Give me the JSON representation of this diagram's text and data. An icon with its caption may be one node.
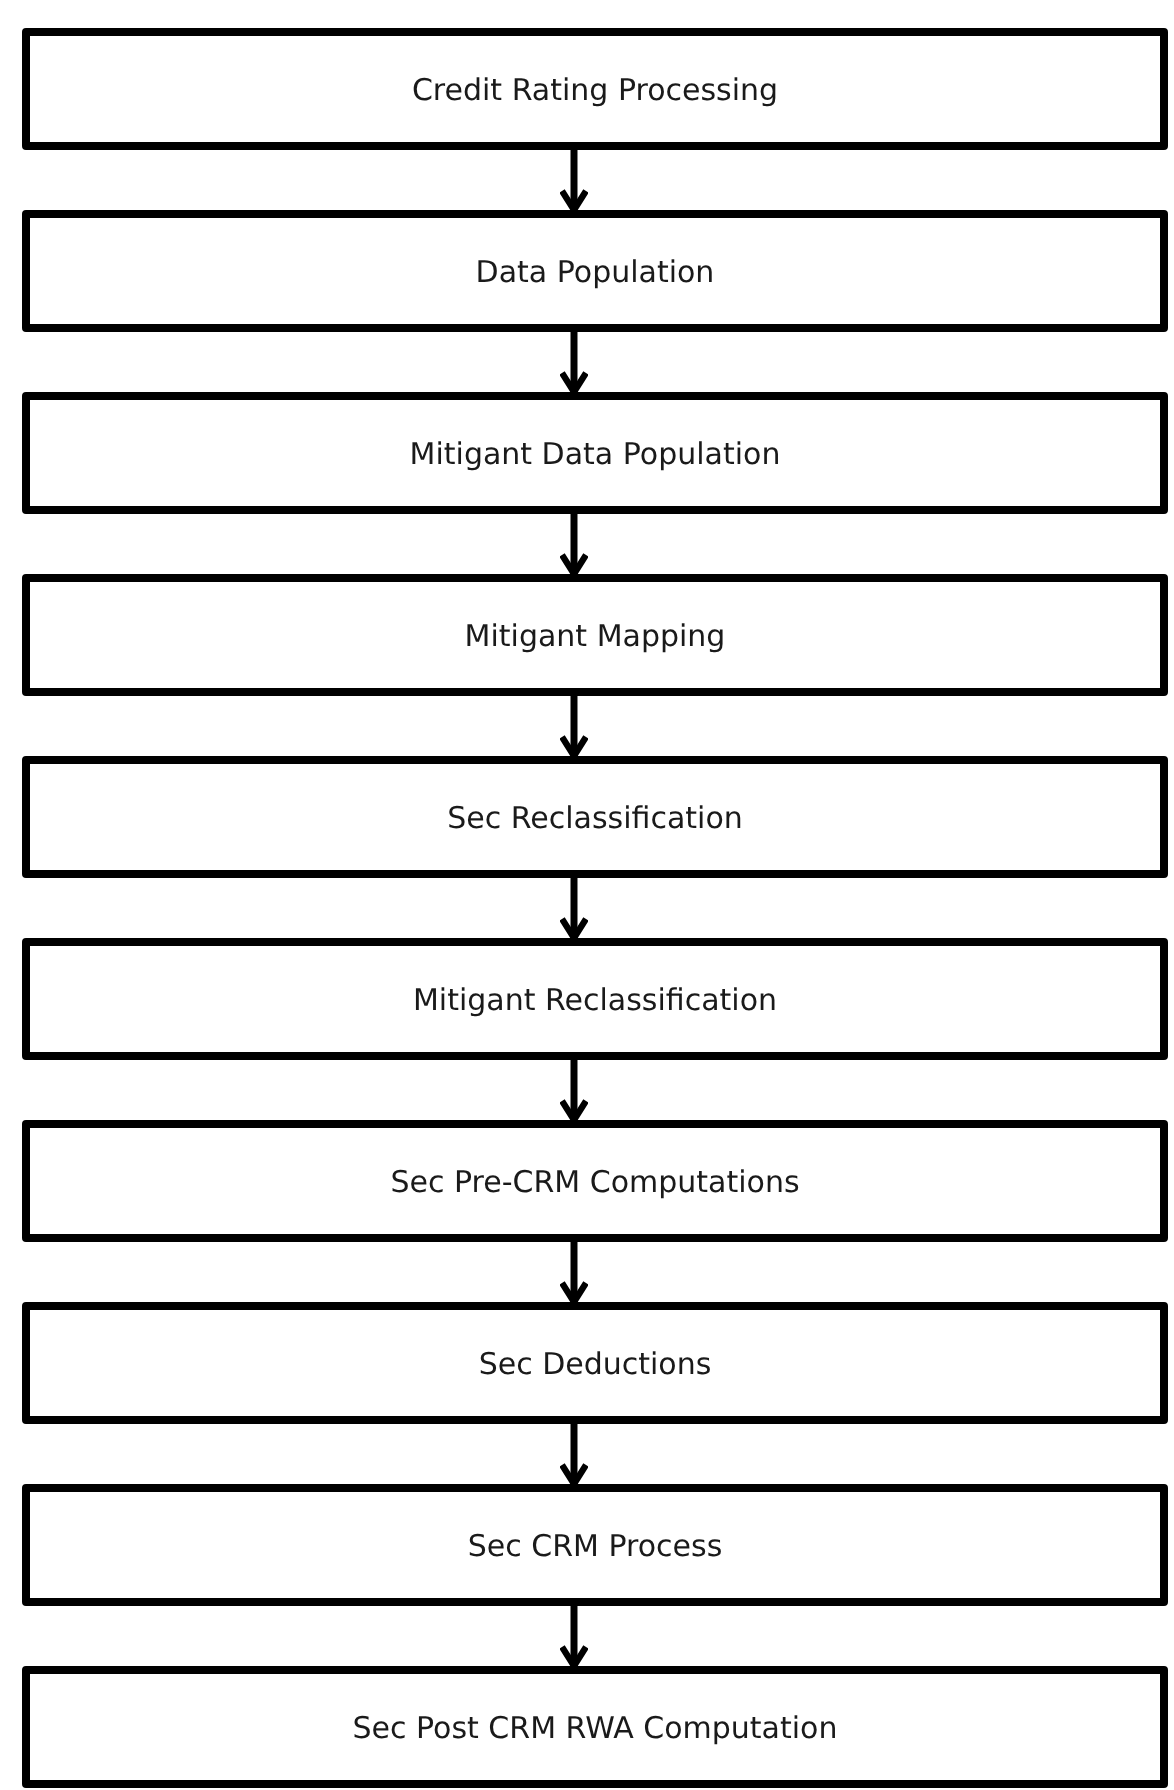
{
  "diagram": {
    "nodes": [
      {
        "text": [
          "Credit Rating Processing"
        ]
      },
      {
        "text": [
          "Data Population"
        ]
      },
      {
        "text": [
          "Mitigant Data Population"
        ]
      },
      {
        "text": [
          "Mitigant Mapping"
        ]
      },
      {
        "text": [
          "Sec Reclassification"
        ]
      },
      {
        "text": [
          "Mitigant Reclassification"
        ]
      },
      {
        "text": [
          "Sec Pre-CRM Computations"
        ]
      },
      {
        "text": [
          "Sec Deductions"
        ]
      },
      {
        "text": [
          "Sec CRM Process"
        ]
      },
      {
        "text": [
          "Sec Post CRM RWA Computation"
        ]
      }
    ],
    "edges": [
      {
        "from": 0,
        "to": 1,
        "arrow": "to"
      },
      {
        "from": 1,
        "to": 2,
        "arrow": "to"
      },
      {
        "from": 2,
        "to": 3,
        "arrow": "to"
      },
      {
        "from": 3,
        "to": 4,
        "arrow": "to"
      },
      {
        "from": 4,
        "to": 5,
        "arrow": "to"
      },
      {
        "from": 5,
        "to": 6,
        "arrow": "to"
      },
      {
        "from": 6,
        "to": 7,
        "arrow": "to"
      },
      {
        "from": 7,
        "to": 8,
        "arrow": "to"
      },
      {
        "from": 8,
        "to": 9,
        "arrow": "to"
      }
    ]
  }
}
